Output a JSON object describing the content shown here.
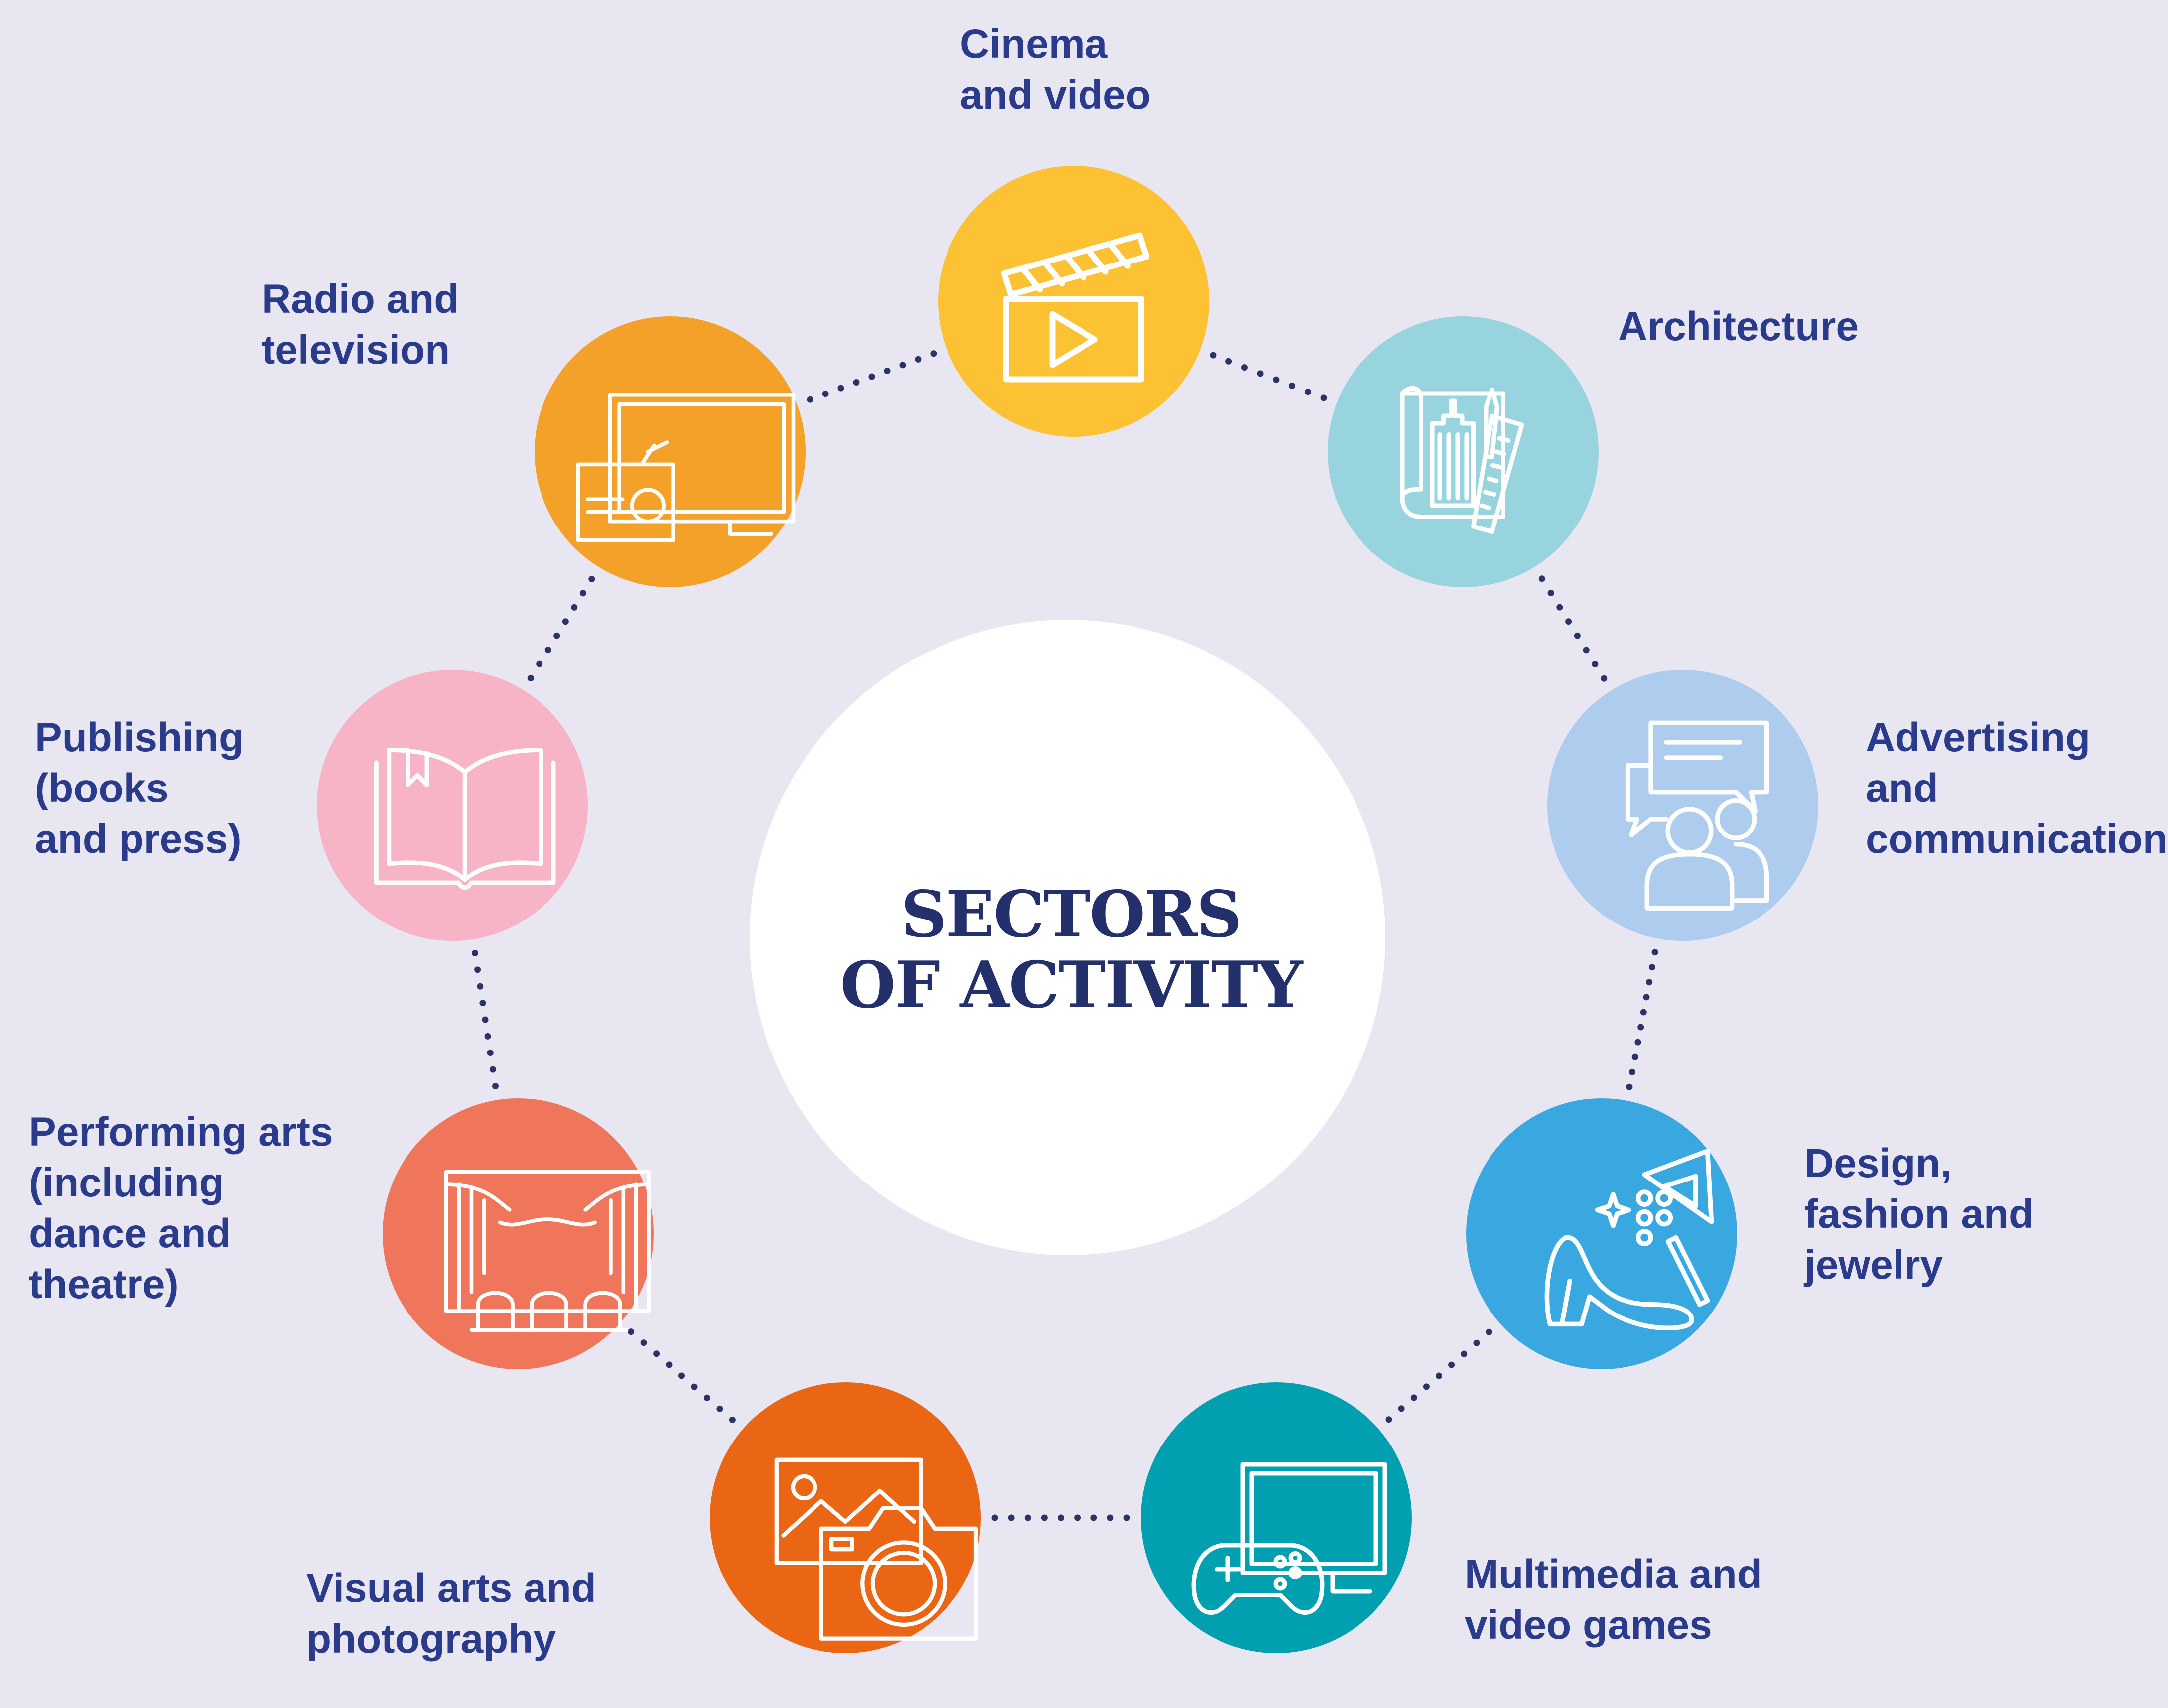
{
  "center": {
    "line1": "SECTORS",
    "line2": "OF ACTIVITY"
  },
  "colors": {
    "background": "#e8e6f0",
    "text": "#2a3b8c",
    "title": "#24306b",
    "dots": "#2a3566"
  },
  "sectors": [
    {
      "id": "cinema",
      "label": "Cinema\nand video",
      "icon": "clapperboard-icon",
      "color": "#fcc234"
    },
    {
      "id": "architecture",
      "label": "Architecture",
      "icon": "blueprint-icon",
      "color": "#98d4de"
    },
    {
      "id": "advertising",
      "label": "Advertising and\ncommunication",
      "icon": "chat-people-icon",
      "color": "#aecdee"
    },
    {
      "id": "design",
      "label": "Design,\nfashion and\njewelry",
      "icon": "high-heel-icon",
      "color": "#3aa8e0"
    },
    {
      "id": "multimedia",
      "label": "Multimedia and\nvideo games",
      "icon": "gamepad-icon",
      "color": "#00a0b0"
    },
    {
      "id": "visual-arts",
      "label": "Visual arts and\nphotography",
      "icon": "camera-icon",
      "color": "#ea6514"
    },
    {
      "id": "performing-arts",
      "label": "Performing arts\n(including\ndance and\ntheatre)",
      "icon": "theatre-stage-icon",
      "color": "#ef765a"
    },
    {
      "id": "publishing",
      "label": "Publishing\n(books\nand press)",
      "icon": "open-book-icon",
      "color": "#f6b4c6"
    },
    {
      "id": "radio-tv",
      "label": "Radio and\ntelevision",
      "icon": "radio-tv-icon",
      "color": "#f3a128"
    }
  ]
}
